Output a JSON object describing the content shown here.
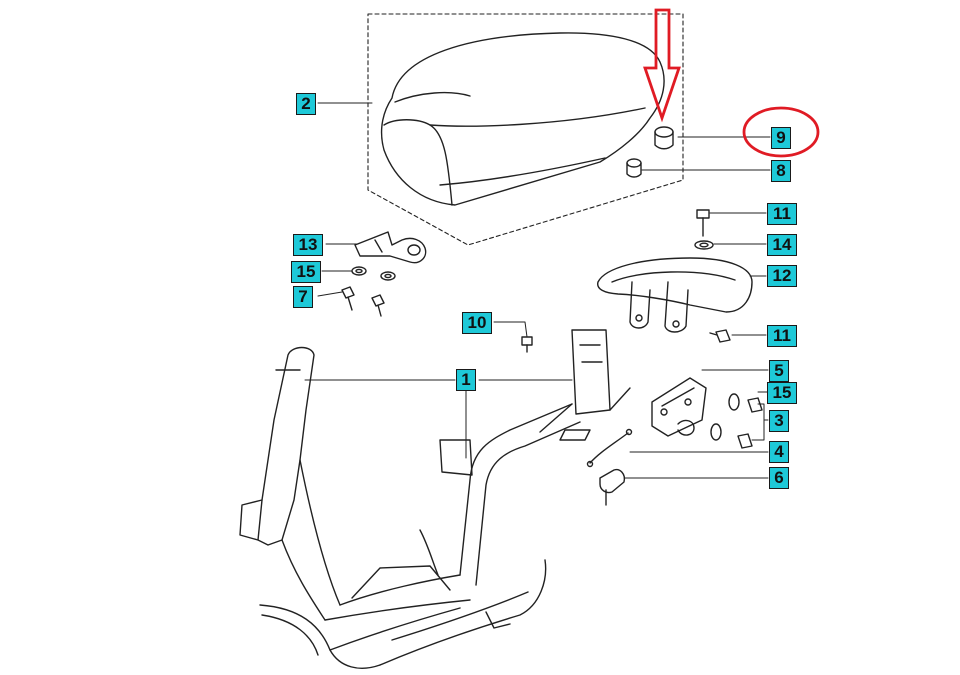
{
  "diagram": {
    "colors": {
      "label_fill": "#1ec9d8",
      "label_border": "#1a1a1a",
      "line": "#222222",
      "highlight": "#e01b24"
    },
    "highlighted_part": "9",
    "callouts": {
      "c1": "1",
      "c2": "2",
      "c3": "3",
      "c4": "4",
      "c5": "5",
      "c6": "6",
      "c7": "7",
      "c8": "8",
      "c9": "9",
      "c10": "10",
      "c11a": "11",
      "c11b": "11",
      "c12": "12",
      "c13": "13",
      "c14": "14",
      "c15a": "15",
      "c15b": "15"
    }
  }
}
